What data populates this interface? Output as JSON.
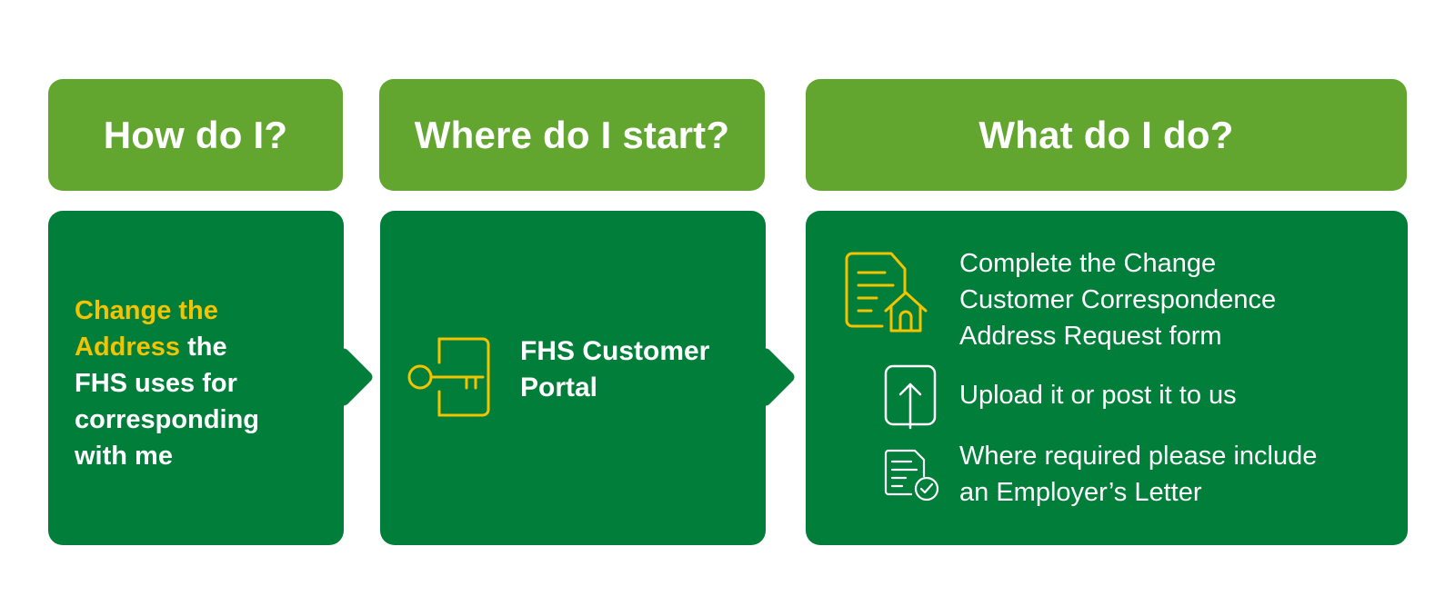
{
  "headers": {
    "how": "How do I?",
    "where": "Where do I start?",
    "what": "What do I do?"
  },
  "how": {
    "highlight_line1": "Change the",
    "highlight_line2": "Address",
    "rest_line2": " the",
    "rest_line3": "FHS uses for",
    "rest_line4": "corresponding",
    "rest_line5": "with me"
  },
  "where": {
    "portal_line1": "FHS Customer",
    "portal_line2": "Portal",
    "icon": "key-icon"
  },
  "what": {
    "steps": [
      {
        "icon": "document-home-icon",
        "line1": "Complete the Change",
        "line2": "Customer Correspondence",
        "line3": "Address Request form"
      },
      {
        "icon": "upload-icon",
        "line1": "Upload it or post it to us"
      },
      {
        "icon": "document-check-icon",
        "line1": "Where required please include",
        "line2": "an Employer’s Letter"
      }
    ]
  },
  "colors": {
    "header_green": "#62a630",
    "panel_green": "#007e3a",
    "highlight_yellow": "#f3c300",
    "text_white": "#ffffff"
  }
}
